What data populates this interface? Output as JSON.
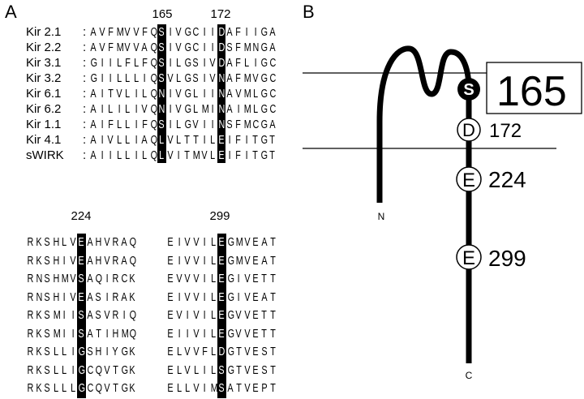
{
  "panel_a": {
    "label": "A",
    "top_positions": [
      "165",
      "172"
    ],
    "bottom_positions": [
      "224",
      "299"
    ],
    "separator": ":",
    "rows": [
      {
        "name": "Kir 2.1",
        "seq1": "AVFMVVFQSIVGCIIDAFIIGA",
        "seq2": "RKSHLVEAHVRAQ",
        "seq3": "EIVVILEGMVEAT"
      },
      {
        "name": "Kir 2.2",
        "seq1": "AVFMVVAQSIVGCIIDSFMNGA",
        "seq2": "RKSHIVEAHVRAQ",
        "seq3": "EIVVILEGMVEAT"
      },
      {
        "name": "Kir 3.1",
        "seq1": "GIILFLFQSILGSIVDAFLIGC",
        "seq2": "RNSHMVSAQIRCK",
        "seq3": "EVVVILEGIVETT"
      },
      {
        "name": "Kir 3.2",
        "seq1": "GIILLLIQSVLGSIVNAFMVGC",
        "seq2": "RNSHIVEASIRAK",
        "seq3": "EIVVILEGIVEAT"
      },
      {
        "name": "Kir 6.1",
        "seq1": "AITVLILQNIVGLIINAVMLGC",
        "seq2": "RKSMIISASVRIQ",
        "seq3": "EVIVILEGVVETT"
      },
      {
        "name": "Kir 6.2",
        "seq1": "AILILIVQNIVGLMINAIMLGC",
        "seq2": "RKSMIISATIHMQ",
        "seq3": "EIIVILEGVVETT"
      },
      {
        "name": "Kir 1.1",
        "seq1": "AIFLLIFQSILGVIINSFMCGA",
        "seq2": "RKSLLIGSHIYGK",
        "seq3": "ELVVFLDGTVEST"
      },
      {
        "name": "Kir 4.1",
        "seq1": "AIVLLIAQLVLTTILEIFITGT",
        "seq2": "RKSLLIGCQVTGK",
        "seq3": "ELVLILSGTVEST"
      },
      {
        "name": "sWIRK",
        "seq1": "AIILLILQLVITMVLEIFITGT",
        "seq2": "RKSLLLGCQVTGK",
        "seq3": "ELLVIMSATVEPT"
      }
    ],
    "highlight_columns": {
      "seq1": [
        8,
        15
      ],
      "seq2": [
        6
      ],
      "seq3": [
        6
      ]
    }
  },
  "panel_b": {
    "label": "B",
    "n_label": "N",
    "c_label": "C",
    "residues": [
      {
        "letter": "S",
        "number": "165",
        "filled": true
      },
      {
        "letter": "D",
        "number": "172",
        "filled": false
      },
      {
        "letter": "E",
        "number": "224",
        "filled": false
      },
      {
        "letter": "E",
        "number": "299",
        "filled": false
      }
    ]
  }
}
